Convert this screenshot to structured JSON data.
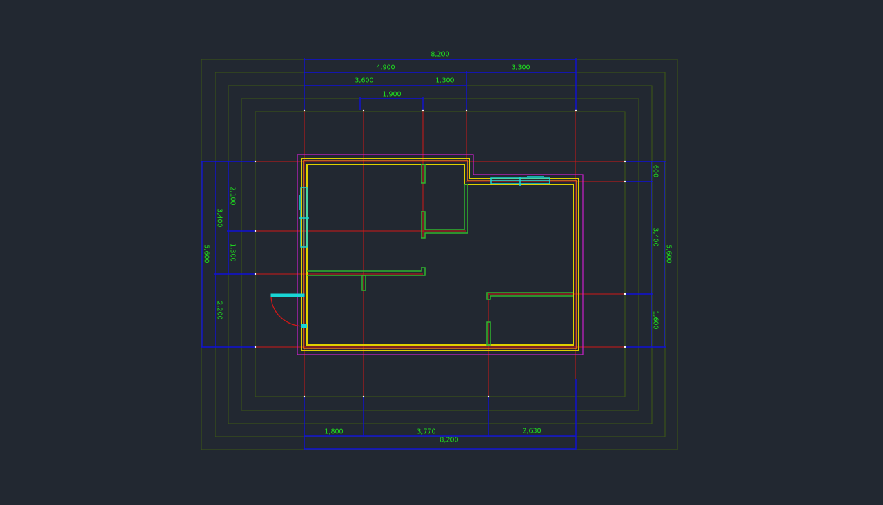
{
  "drawing": {
    "colors": {
      "background": "#222831",
      "dimension_line": "#1010d8",
      "dimension_text": "#1fe01f",
      "axis_line": "#d01818",
      "wall_outer": "#e0d000",
      "wall_inner": "#f07a18",
      "partition": "#2fb52f",
      "window": "#19d6d6",
      "outline": "#cc20cc",
      "offset_frame": "#3d5a12",
      "door_arc": "#d01818"
    },
    "top_dimensions": {
      "overall": "8,200",
      "row2_left": "4,900",
      "row2_right": "3,300",
      "row3_left": "3,600",
      "row3_right": "1,300",
      "row4": "1,900"
    },
    "bottom_dimensions": {
      "seg1": "1,800",
      "seg2": "3,770",
      "seg3": "2,630",
      "overall": "8,200"
    },
    "left_dimensions": {
      "overall": "5,600",
      "upper": "3,400",
      "upper_a": "2,100",
      "upper_b": "1,300",
      "lower": "2,200"
    },
    "right_dimensions": {
      "top": "600",
      "middle": "3,400",
      "bottom": "1,600",
      "overall": "5,600"
    }
  }
}
